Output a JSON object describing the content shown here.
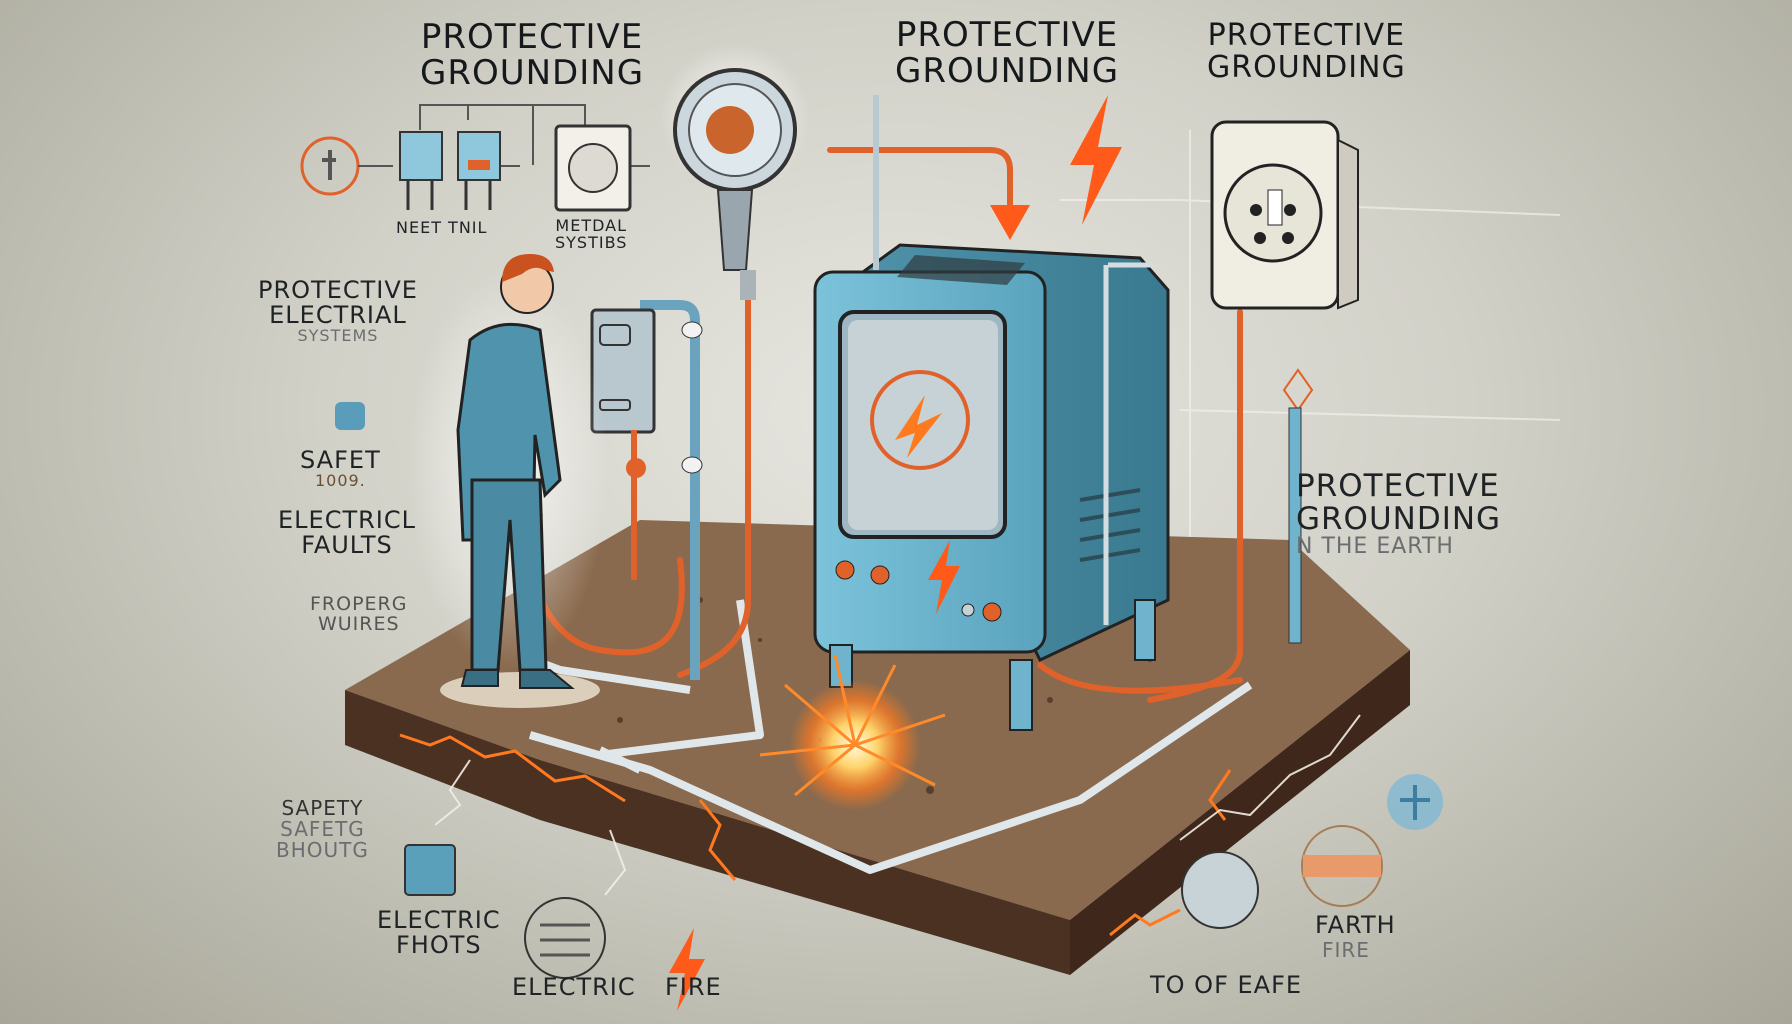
{
  "diagram": {
    "titles": [
      {
        "line1": "Protective",
        "line2": "Grounding"
      },
      {
        "line1": "Protective",
        "line2": "Grounding"
      },
      {
        "line1": "Protective",
        "line2": "Grounding"
      }
    ],
    "circuit_labels": {
      "left": "Neet Tnil",
      "right_line1": "Metdal",
      "right_line2": "Systibs"
    },
    "left_labels": {
      "systems": {
        "line1": "Protective",
        "line2": "Electrial",
        "line3": "Systems"
      },
      "safety": {
        "line1": "Safet",
        "line2": "1009."
      },
      "faults": {
        "line1": "Electricl",
        "line2": "Faults"
      },
      "wires": {
        "line1": "Froperg",
        "line2": "Wuires"
      },
      "safety_bottom": {
        "line1": "Sapety",
        "line2": "Safetg",
        "line3": "Bhoutg"
      },
      "electric_fhots": {
        "line1": "Electric",
        "line2": "Fhots"
      }
    },
    "bottom_labels": {
      "electric": "Electric",
      "fire": "Fire",
      "of_eafe": "To of Eafe",
      "farth": "Farth",
      "fire2": "Fire"
    },
    "right_labels": {
      "line1": "Protective",
      "line2": "Grounding",
      "line3": "N the Earth"
    },
    "colors": {
      "background": "#d2d1c8",
      "background_edge": "#a7a698",
      "soil_top": "#8a6a4e",
      "soil_side": "#4a3122",
      "appliance": "#6fb3cc",
      "appliance_dark": "#3f7f96",
      "copper": "#e0622a",
      "pipe": "#c9d6dc",
      "spark": "#ff7a1f",
      "text": "#1f2326"
    }
  }
}
